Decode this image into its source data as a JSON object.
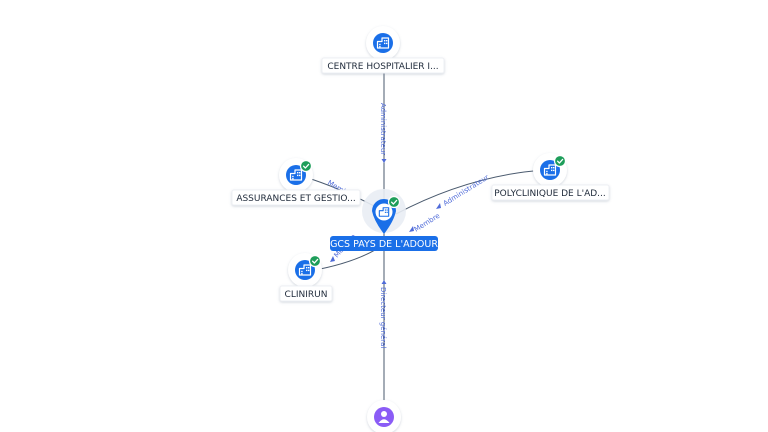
{
  "colors": {
    "accent": "#1a6fe8",
    "verified": "#1e9e5a",
    "person": "#8b5cf6",
    "edge_label": "#4f6bd9"
  },
  "center": {
    "label": "GCS PAYS DE L'ADOUR",
    "icon": "building-icon",
    "verified": true
  },
  "nodes": {
    "centre": {
      "label": "CENTRE HOSPITALIER I...",
      "icon": "building-icon",
      "verified": false
    },
    "assurances": {
      "label": "ASSURANCES ET GESTIO...",
      "icon": "building-icon",
      "verified": true
    },
    "polyclinique": {
      "label": "POLYCLINIQUE DE L'AD...",
      "icon": "building-icon",
      "verified": true
    },
    "clinirun": {
      "label": "CLINIRUN",
      "icon": "building-icon",
      "verified": true
    },
    "person": {
      "label": "",
      "icon": "person-icon",
      "verified": false
    }
  },
  "edges": {
    "centre": "Administrateur",
    "assurances": "Membre",
    "polyclinique_admin": "Administrateur",
    "polyclinique_member": "Membre",
    "clinirun": "Membre",
    "person": "Directeur général"
  }
}
